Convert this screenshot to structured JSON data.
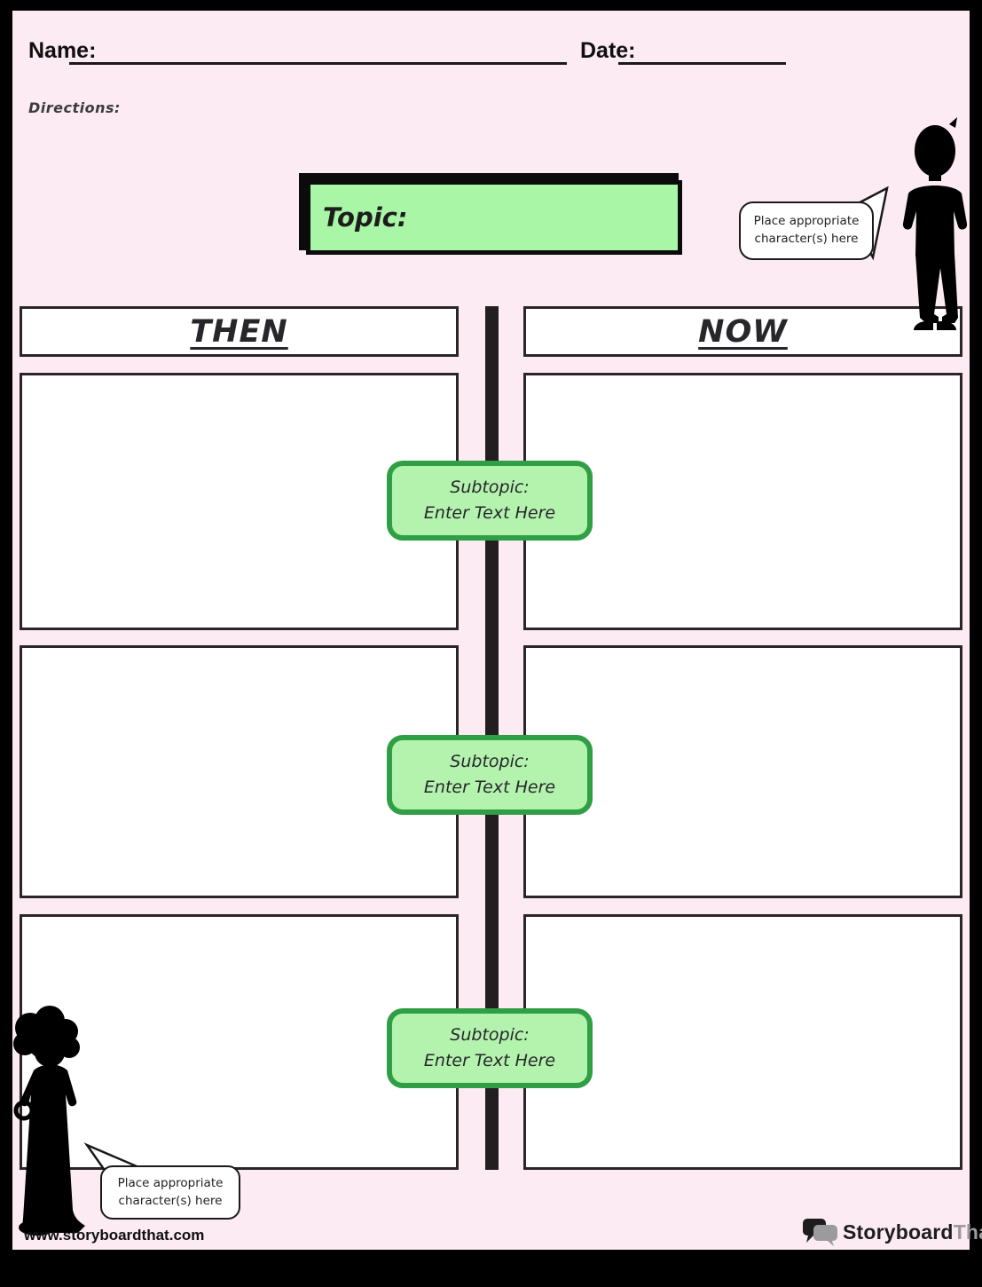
{
  "header": {
    "name_label": "Name:",
    "date_label": "Date:",
    "directions_label": "Directions:"
  },
  "topic": {
    "label": "Topic:"
  },
  "columns": {
    "then_label": "THEN",
    "now_label": "NOW"
  },
  "subtopics": [
    {
      "title": "Subtopic:",
      "placeholder": "Enter Text Here"
    },
    {
      "title": "Subtopic:",
      "placeholder": "Enter Text Here"
    },
    {
      "title": "Subtopic:",
      "placeholder": "Enter Text Here"
    }
  ],
  "speech_bubbles": {
    "top_right": "Place appropriate character(s) here",
    "bottom_left": "Place appropriate character(s) here"
  },
  "footer": {
    "website": "www.storyboardthat.com",
    "logo_primary": "Storyboard",
    "logo_secondary": "That"
  },
  "colors": {
    "page_background": "#fcebf2",
    "frame": "#000000",
    "topic_fill": "#a9f6a6",
    "subtopic_fill": "#b4f3ae",
    "subtopic_border": "#2f9e44",
    "timeline": "#231f20",
    "box_border": "#2a2627",
    "logo_secondary_color": "#9b9b9b"
  }
}
